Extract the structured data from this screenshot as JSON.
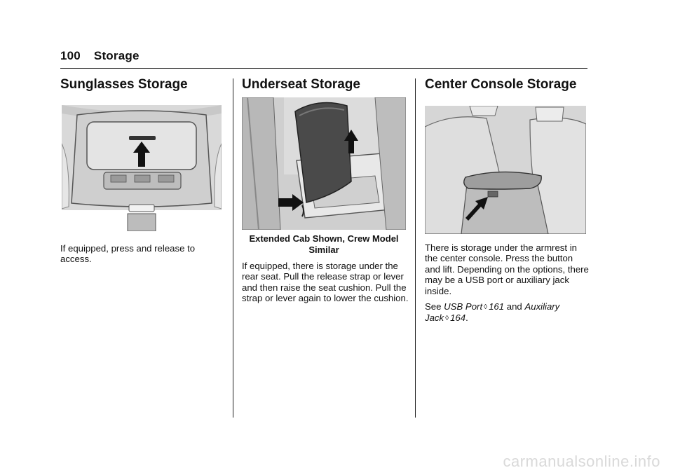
{
  "header": {
    "page_number": "100",
    "section": "Storage"
  },
  "columns": [
    {
      "title": "Sunglasses Storage",
      "paragraphs": [
        "If equipped, press and release to access."
      ]
    },
    {
      "title": "Underseat Storage",
      "caption": "Extended Cab Shown, Crew Model Similar",
      "paragraphs": [
        "If equipped, there is storage under the rear seat. Pull the release strap or lever and then raise the seat cushion. Pull the strap or lever again to lower the cushion."
      ]
    },
    {
      "title": "Center Console Storage",
      "paragraphs": [
        "There is storage under the armrest in the center console. Press the button and lift. Depending on the options, there may be a USB port or auxiliary jack inside."
      ],
      "see": {
        "prefix": "See",
        "ref1_text": "USB Port",
        "ref1_page": "161",
        "middle": "and",
        "ref2_text": "Auxiliary Jack",
        "ref2_page": "164",
        "suffix": ".",
        "arrow_glyph": "◊"
      }
    }
  ],
  "footer": {
    "watermark": "carmanualsonline.info"
  }
}
